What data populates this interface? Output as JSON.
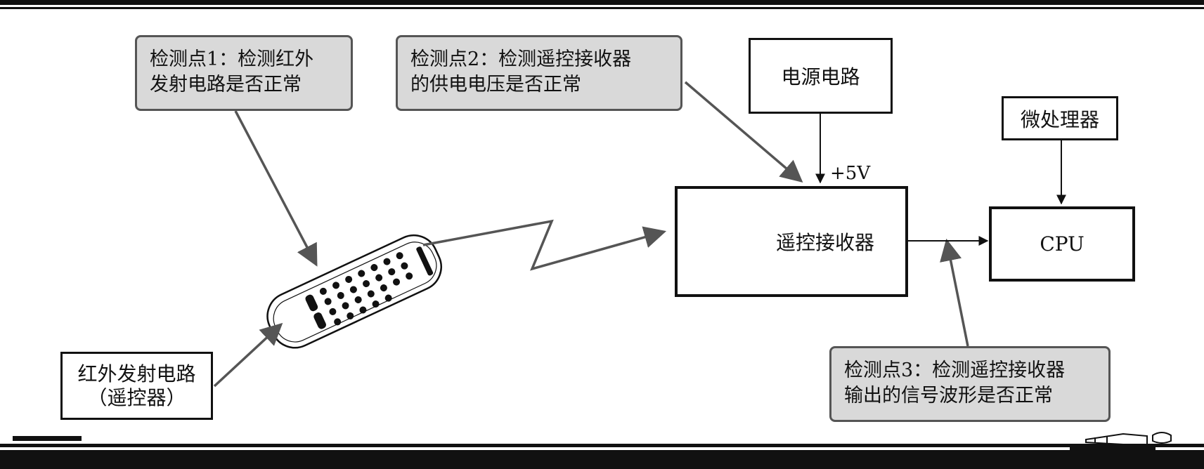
{
  "diagram": {
    "checkpoint1": {
      "line1": "检测点1：检测红外",
      "line2": "发射电路是否正常"
    },
    "checkpoint2": {
      "line1": "检测点2：检测遥控接收器",
      "line2": "的供电电压是否正常"
    },
    "checkpoint3": {
      "line1": "检测点3：检测遥控接收器",
      "line2": "输出的信号波形是否正常"
    },
    "power_circuit": "电源电路",
    "microprocessor": "微处理器",
    "receiver": "遥控接收器",
    "cpu": "CPU",
    "transmitter": {
      "line1": "红外发射电路",
      "line2": "（遥控器）"
    },
    "voltage": "+5V"
  }
}
